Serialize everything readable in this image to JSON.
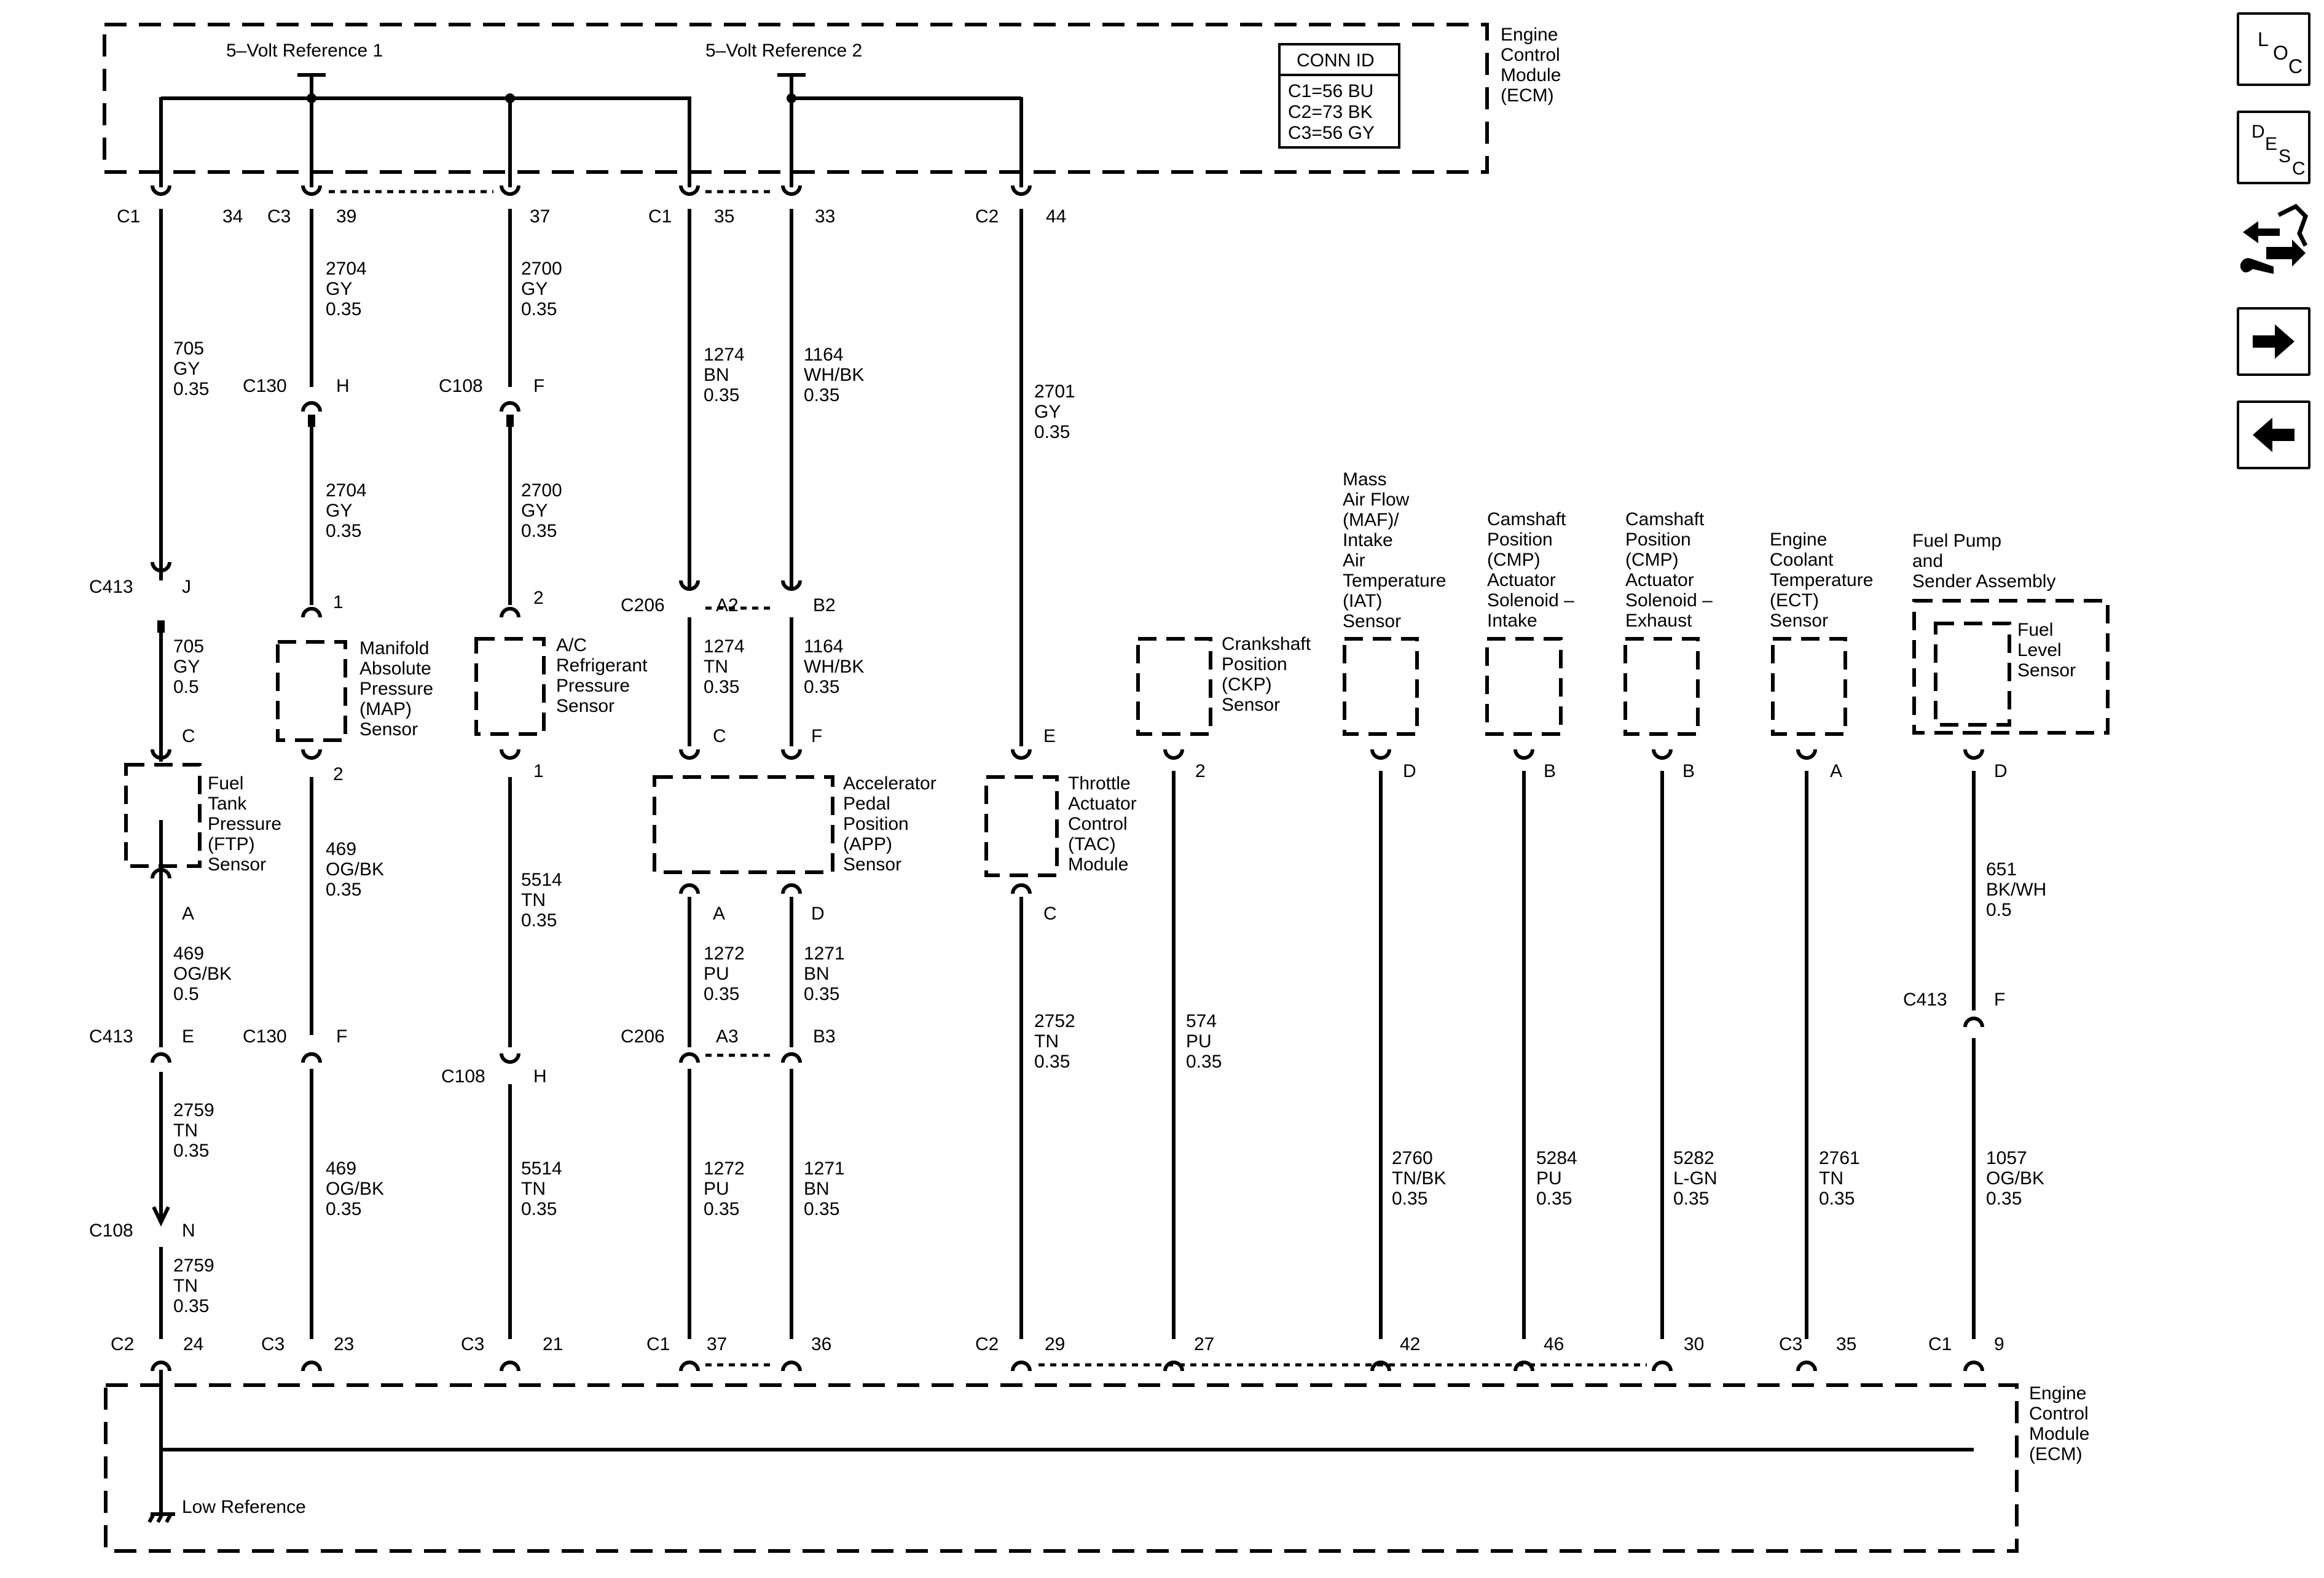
{
  "ecm_label_top": [
    "Engine",
    "Control",
    "Module",
    "(ECM)"
  ],
  "ecm_label_bottom": [
    "Engine",
    "Control",
    "Module",
    "(ECM)"
  ],
  "conn_id": {
    "title": "CONN ID",
    "lines": [
      "C1=56 BU",
      "C2=73 BK",
      "C3=56 GY"
    ]
  },
  "ref1": "5–Volt Reference 1",
  "ref2": "5–Volt Reference 2",
  "low_ref": "Low Reference",
  "top_pins": [
    {
      "conn": "C1",
      "pin": "34"
    },
    {
      "conn": "C3",
      "pin": "39"
    },
    {
      "conn": "",
      "pin": "37"
    },
    {
      "conn": "C1",
      "pin": "35"
    },
    {
      "conn": "",
      "pin": "33"
    },
    {
      "conn": "C2",
      "pin": "44"
    }
  ],
  "bottom_pins": [
    {
      "conn": "C2",
      "pin": "24"
    },
    {
      "conn": "C3",
      "pin": "23"
    },
    {
      "conn": "C3",
      "pin": "21"
    },
    {
      "conn": "C1",
      "pin": "37"
    },
    {
      "conn": "",
      "pin": "36"
    },
    {
      "conn": "C2",
      "pin": "29"
    },
    {
      "conn": "",
      "pin": "27"
    },
    {
      "conn": "",
      "pin": "42"
    },
    {
      "conn": "",
      "pin": "46"
    },
    {
      "conn": "",
      "pin": "30"
    },
    {
      "conn": "C3",
      "pin": "35"
    },
    {
      "conn": "C1",
      "pin": "9"
    }
  ],
  "wire_labels": [
    [
      "705",
      "GY",
      "0.35"
    ],
    [
      "2704",
      "GY",
      "0.35"
    ],
    [
      "2700",
      "GY",
      "0.35"
    ],
    [
      "1274",
      "BN",
      "0.35"
    ],
    [
      "1164",
      "WH/BK",
      "0.35"
    ],
    [
      "2701",
      "GY",
      "0.35"
    ],
    [
      "2704",
      "GY",
      "0.35"
    ],
    [
      "2700",
      "GY",
      "0.35"
    ],
    [
      "705",
      "GY",
      "0.5"
    ],
    [
      "1274",
      "TN",
      "0.35"
    ],
    [
      "1164",
      "WH/BK",
      "0.35"
    ],
    [
      "469",
      "OG/BK",
      "0.35"
    ],
    [
      "5514",
      "TN",
      "0.35"
    ],
    [
      "469",
      "OG/BK",
      "0.5"
    ],
    [
      "1272",
      "PU",
      "0.35"
    ],
    [
      "1271",
      "BN",
      "0.35"
    ],
    [
      "2752",
      "TN",
      "0.35"
    ],
    [
      "574",
      "PU",
      "0.35"
    ],
    [
      "651",
      "BK/WH",
      "0.5"
    ],
    [
      "2759",
      "TN",
      "0.35"
    ],
    [
      "469",
      "OG/BK",
      "0.35"
    ],
    [
      "5514",
      "TN",
      "0.35"
    ],
    [
      "1272",
      "PU",
      "0.35"
    ],
    [
      "1271",
      "BN",
      "0.35"
    ],
    [
      "2760",
      "TN/BK",
      "0.35"
    ],
    [
      "5284",
      "PU",
      "0.35"
    ],
    [
      "5282",
      "L-GN",
      "0.35"
    ],
    [
      "2761",
      "TN",
      "0.35"
    ],
    [
      "1057",
      "OG/BK",
      "0.35"
    ],
    [
      "2759",
      "TN",
      "0.35"
    ]
  ],
  "inline_connectors": [
    {
      "conn": "C130",
      "pin": "H"
    },
    {
      "conn": "C108",
      "pin": "F"
    },
    {
      "conn": "C413",
      "pin": "J"
    },
    {
      "conn": "C206",
      "pin": "A2"
    },
    {
      "conn": "",
      "pin": "B2"
    },
    {
      "conn": "C413",
      "pin": "E"
    },
    {
      "conn": "C130",
      "pin": "F"
    },
    {
      "conn": "C108",
      "pin": "H"
    },
    {
      "conn": "C206",
      "pin": "A3"
    },
    {
      "conn": "",
      "pin": "B3"
    },
    {
      "conn": "C413",
      "pin": "F"
    },
    {
      "conn": "C108",
      "pin": "N"
    }
  ],
  "component_pins": [
    "C",
    "A",
    "1",
    "2",
    "2",
    "1",
    "C",
    "F",
    "A",
    "D",
    "E",
    "C",
    "2",
    "D",
    "B",
    "B",
    "A",
    "D"
  ],
  "components": [
    {
      "name": "ftp-sensor",
      "lines": [
        "Fuel",
        "Tank",
        "Pressure",
        "(FTP)",
        "Sensor"
      ]
    },
    {
      "name": "map-sensor",
      "lines": [
        "Manifold",
        "Absolute",
        "Pressure",
        "(MAP)",
        "Sensor"
      ]
    },
    {
      "name": "ac-pressure-sensor",
      "lines": [
        "A/C",
        "Refrigerant",
        "Pressure",
        "Sensor"
      ]
    },
    {
      "name": "app-sensor",
      "lines": [
        "Accelerator",
        "Pedal",
        "Position",
        "(APP)",
        "Sensor"
      ]
    },
    {
      "name": "tac-module",
      "lines": [
        "Throttle",
        "Actuator",
        "Control",
        "(TAC)",
        "Module"
      ]
    },
    {
      "name": "ckp-sensor",
      "lines": [
        "Crankshaft",
        "Position",
        "(CKP)",
        "Sensor"
      ]
    },
    {
      "name": "maf-iat-sensor",
      "lines": [
        "Mass",
        "Air Flow",
        "(MAF)/",
        "Intake",
        "Air",
        "Temperature",
        "(IAT)",
        "Sensor"
      ]
    },
    {
      "name": "cmp-intake-solenoid",
      "lines": [
        "Camshaft",
        "Position",
        "(CMP)",
        "Actuator",
        "Solenoid –",
        "Intake"
      ]
    },
    {
      "name": "cmp-exhaust-solenoid",
      "lines": [
        "Camshaft",
        "Position",
        "(CMP)",
        "Actuator",
        "Solenoid –",
        "Exhaust"
      ]
    },
    {
      "name": "ect-sensor",
      "lines": [
        "Engine",
        "Coolant",
        "Temperature",
        "(ECT)",
        "Sensor"
      ]
    },
    {
      "name": "fuel-pump-sender-assembly",
      "lines": [
        "Fuel Pump",
        "and",
        "Sender Assembly"
      ]
    },
    {
      "name": "fuel-level-sensor",
      "lines": [
        "Fuel",
        "Level",
        "Sensor"
      ]
    }
  ],
  "nav": {
    "loc": [
      "L",
      "O",
      "C"
    ],
    "desc": [
      "D",
      "E",
      "S",
      "C"
    ],
    "icons": [
      "connector-tools-icon",
      "arrow-right-icon",
      "arrow-left-icon"
    ]
  }
}
